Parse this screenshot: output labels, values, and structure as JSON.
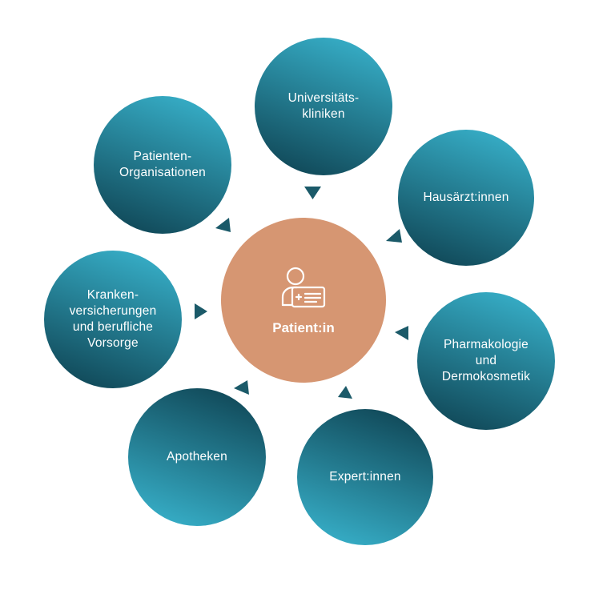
{
  "center": {
    "label": "Patient:in",
    "icon": "patient-card-icon",
    "color": "#d69672"
  },
  "gradient": {
    "light": "#3ab7d1",
    "dark": "#0d3f4e"
  },
  "nodes": [
    {
      "id": "universitaetskliniken",
      "label": "Universitäts-\nkliniken"
    },
    {
      "id": "hausaerzt-innen",
      "label": "Hausärzt:innen"
    },
    {
      "id": "pharmakologie",
      "label": "Pharmakologie\nund\nDermokosmetik"
    },
    {
      "id": "expert-innen",
      "label": "Expert:innen"
    },
    {
      "id": "apotheken",
      "label": "Apotheken"
    },
    {
      "id": "krankenversicherungen",
      "label": "Kranken-\nversicherungen\nund berufliche\nVorsorge"
    },
    {
      "id": "patienten-organisationen",
      "label": "Patienten-\nOrganisationen"
    }
  ],
  "arrow_color": "#1b5a69"
}
